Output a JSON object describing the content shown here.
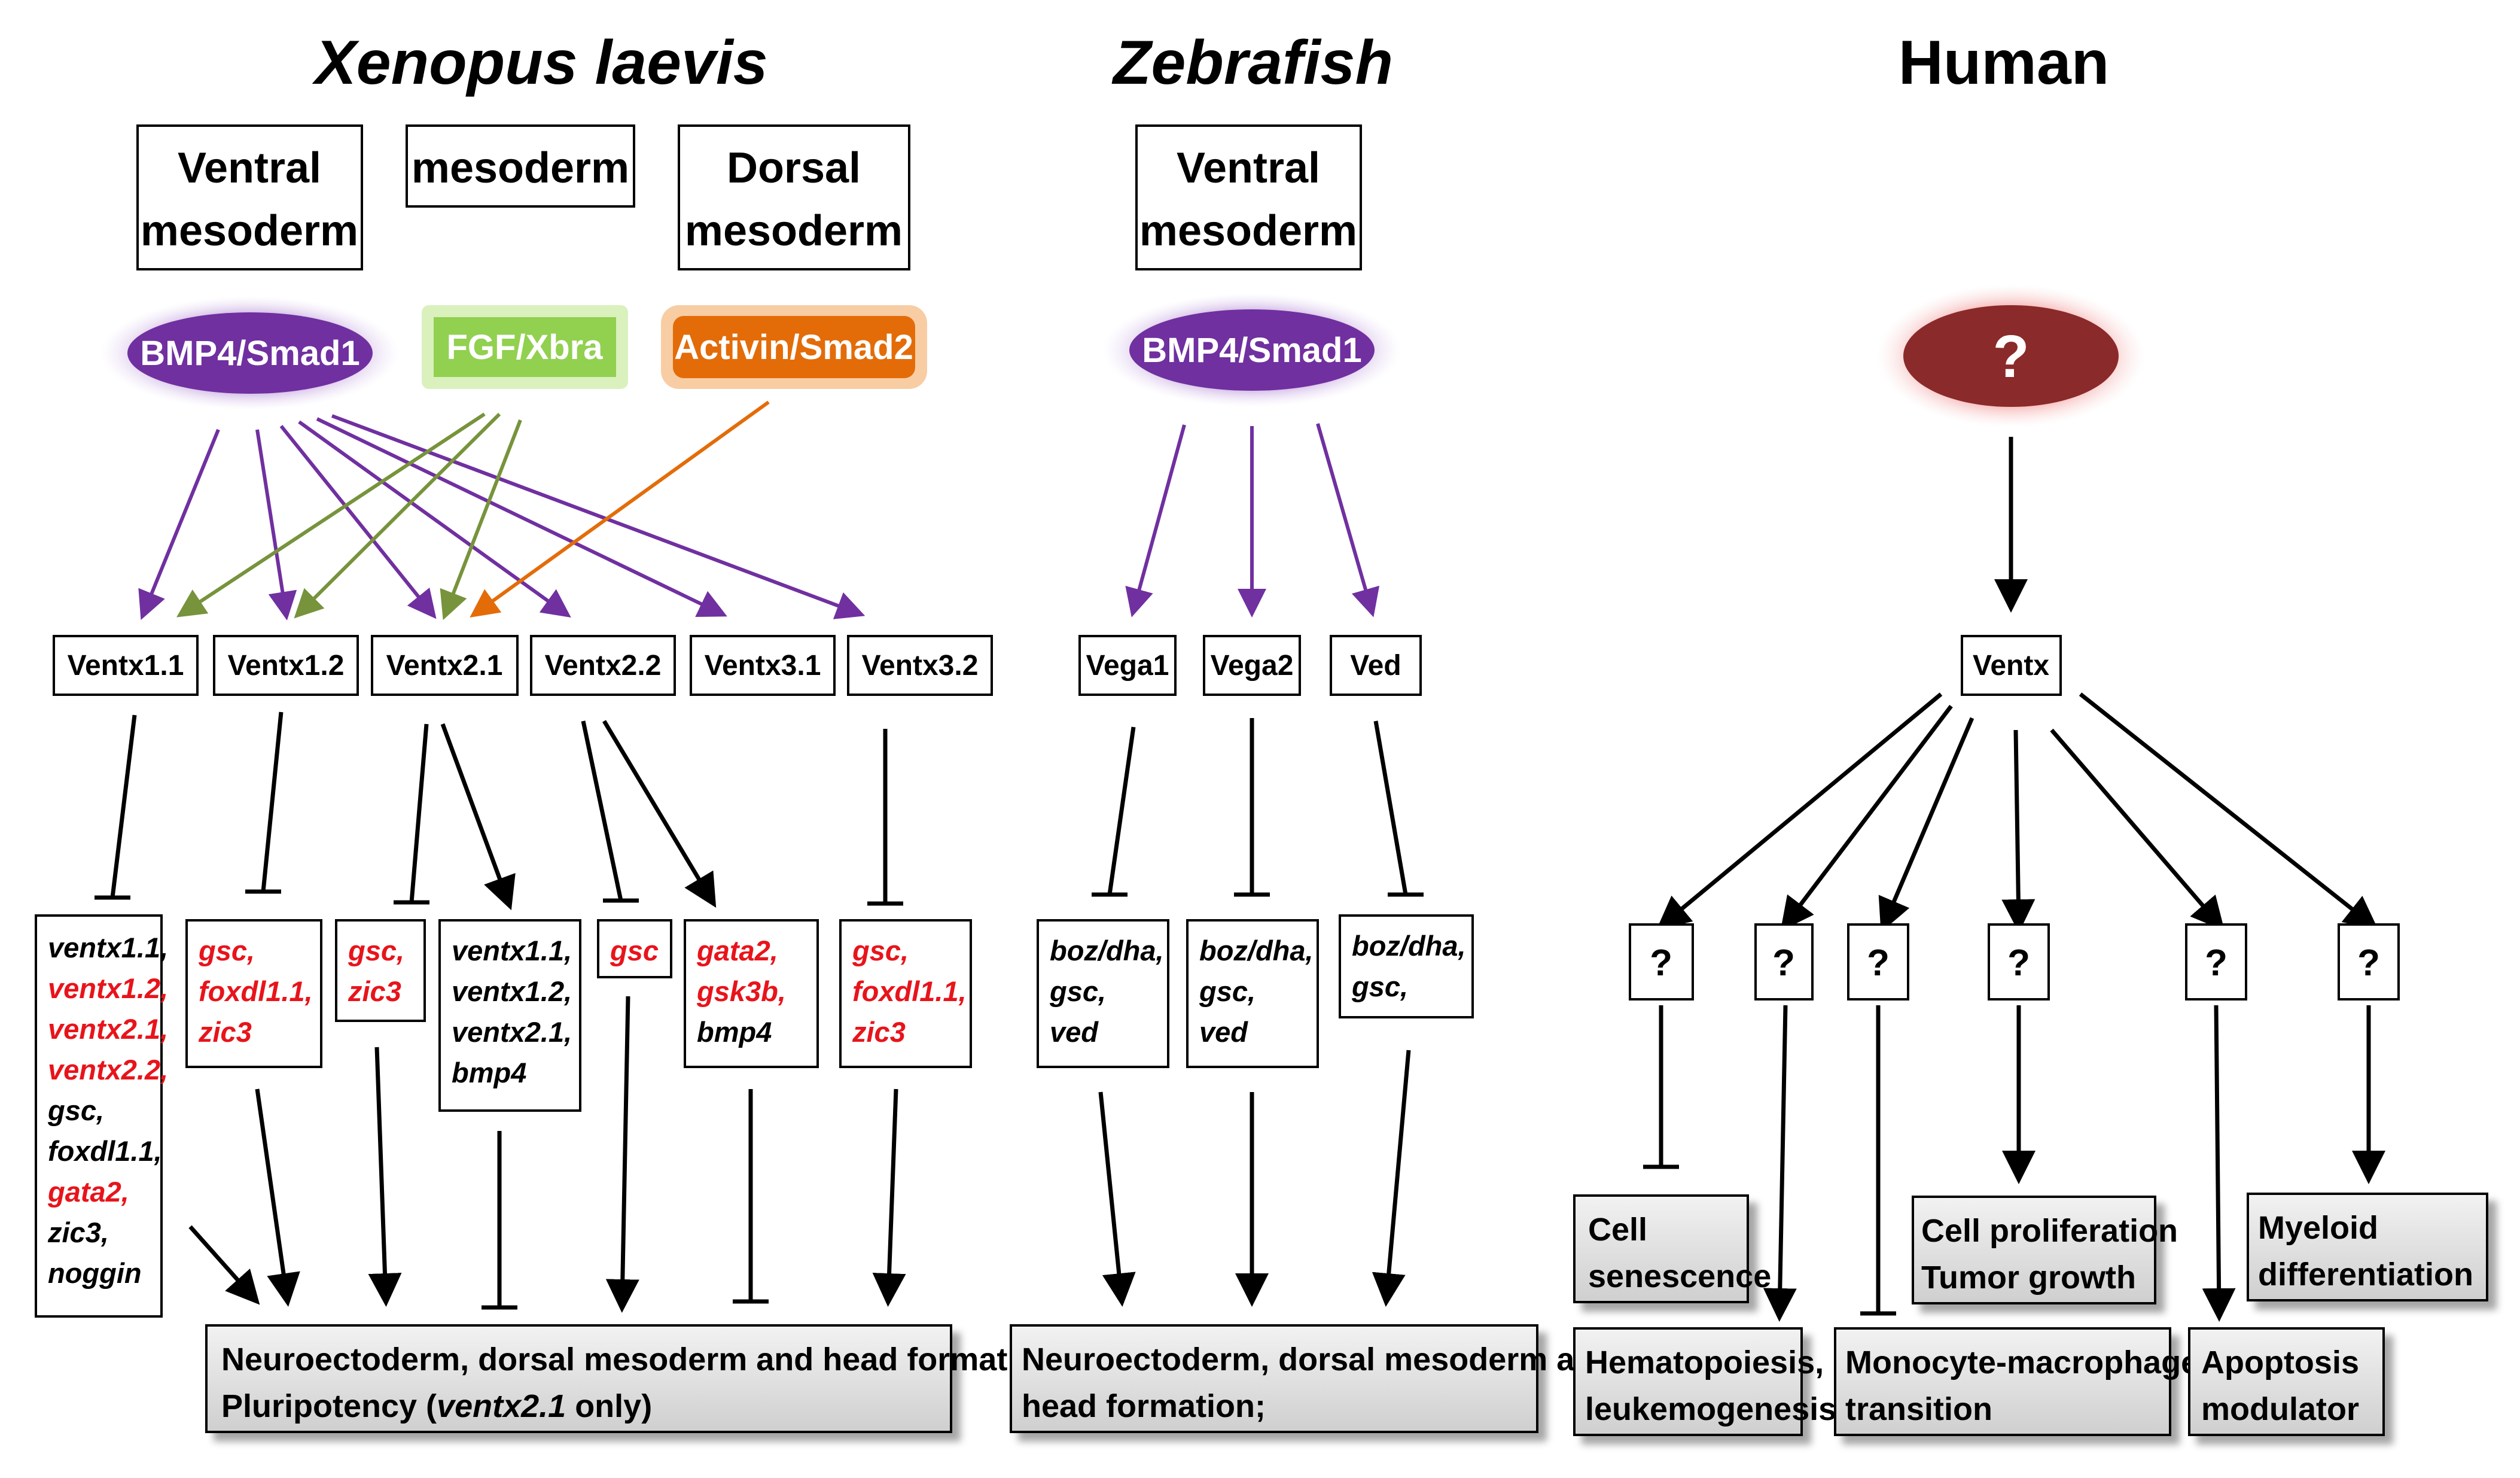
{
  "titles": {
    "xenopus": "Xenopus laevis",
    "zebrafish": "Zebrafish",
    "human": "Human"
  },
  "mesoderm": {
    "x_ventral_1": "Ventral",
    "x_ventral_2": "mesoderm",
    "x_middle": "mesoderm",
    "x_dorsal_1": "Dorsal",
    "x_dorsal_2": "mesoderm",
    "z_ventral_1": "Ventral",
    "z_ventral_2": "mesoderm"
  },
  "signals": {
    "bmp4_xenopus": "BMP4/Smad1",
    "fgf": "FGF/Xbra",
    "activin": "Activin/Smad2",
    "bmp4_zebrafish": "BMP4/Smad1",
    "human_unknown": "?"
  },
  "colors": {
    "purple": "#7030a0",
    "green": "#92d050",
    "orange": "#e36c09",
    "dark_red": "#8b2a2a",
    "red_text": "#e8141b"
  },
  "genes": {
    "xenopus": [
      "Ventx1.1",
      "Ventx1.2",
      "Ventx2.1",
      "Ventx2.2",
      "Ventx3.1",
      "Ventx3.2"
    ],
    "zebrafish": [
      "Vega1",
      "Vega2",
      "Ved"
    ],
    "human": "Ventx"
  },
  "targets": {
    "t1": [
      "ventx1.1,",
      "ventx1.2,",
      "ventx2.1,",
      "ventx2.2,",
      "gsc,",
      "foxdl1.1,",
      "gata2,",
      "zic3,",
      "noggin"
    ],
    "t2": [
      "gsc,",
      "foxdl1.1,",
      "zic3"
    ],
    "t3": [
      "gsc,",
      "zic3"
    ],
    "t4": [
      "ventx1.1,",
      "ventx1.2,",
      "ventx2.1,",
      "bmp4"
    ],
    "t5": [
      "gsc"
    ],
    "t6": [
      "gata2,",
      "gsk3b,",
      "bmp4"
    ],
    "t7": [
      "gsc,",
      "foxdl1.1,",
      "zic3"
    ],
    "z1": [
      "boz/dha,",
      "gsc,",
      "ved"
    ],
    "z2": [
      "boz/dha,",
      "gsc,",
      "ved"
    ],
    "z3": [
      "boz/dha,",
      "gsc,"
    ]
  },
  "human_q": "?",
  "outcomes": {
    "x_line1": "Neuroectoderm, dorsal mesoderm and head formation;",
    "x_line2_a": "Pluripotency (",
    "x_line2_b": "ventx2.1",
    "x_line2_c": " only)",
    "z_line1": "Neuroectoderm, dorsal mesoderm and",
    "z_line2": "head formation;",
    "senescence_1": "Cell",
    "senescence_2": "senescence",
    "hemato_1": "Hematopoiesis,",
    "hemato_2": "leukemogenesis",
    "monocyte_1": "Monocyte-macrophage",
    "monocyte_2": "transition",
    "prolif_1": "Cell proliferation",
    "prolif_2": "Tumor growth",
    "apoptosis_1": "Apoptosis",
    "apoptosis_2": "modulator",
    "myeloid_1": "Myeloid",
    "myeloid_2": "differentiation"
  }
}
